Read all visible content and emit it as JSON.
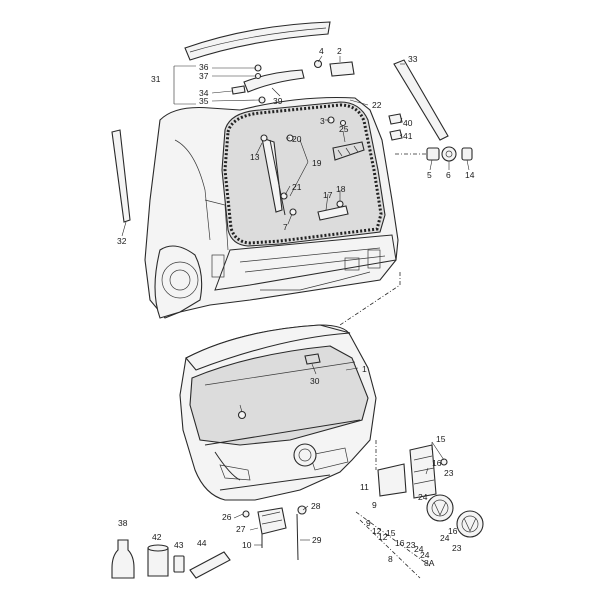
{
  "diagram": {
    "callouts": {
      "c1": "1",
      "c2": "2",
      "c3": "3",
      "c4": "4",
      "c5": "5",
      "c6": "6",
      "c7": "7",
      "c8": "8",
      "c9": "9",
      "c10": "10",
      "c11": "11",
      "c12": "12",
      "c13": "13",
      "c14": "14",
      "c15": "15",
      "c16": "16",
      "c17": "17",
      "c18": "18",
      "c19": "19",
      "c20": "20",
      "c21": "21",
      "c22": "22",
      "c23": "23",
      "c24": "24",
      "c25": "25",
      "c26": "26",
      "c27": "27",
      "c28": "28",
      "c29": "29",
      "c30": "30",
      "c31": "31",
      "c32": "32",
      "c33": "33",
      "c34": "34",
      "c35": "35",
      "c36": "36",
      "c37": "37",
      "c38": "38",
      "c39": "39",
      "c40": "40",
      "c41": "41",
      "c42": "42",
      "c43": "43",
      "c44": "44",
      "c8a": "8A",
      "c9b": "9",
      "c12b": "12",
      "c15b": "15",
      "c16b": "16",
      "c16c": "16",
      "c23b": "23",
      "c23c": "23",
      "c24b": "24",
      "c24c": "24",
      "c24d": "24"
    }
  }
}
